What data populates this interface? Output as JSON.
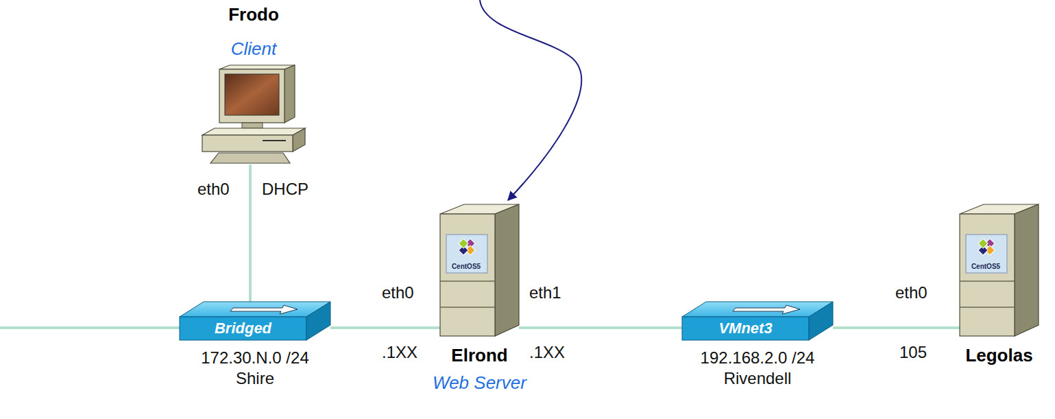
{
  "diagram": {
    "nodes": [
      {
        "text": [
          "Frodo",
          "Client"
        ]
      },
      {
        "text": [
          "Bridged"
        ]
      },
      {
        "text": [
          "Elrond",
          "Web Server"
        ]
      },
      {
        "text": [
          "VMnet3"
        ]
      },
      {
        "text": [
          "Legolas"
        ]
      }
    ],
    "edges": [
      {
        "from": 0,
        "to": 1,
        "arrow": "none"
      },
      {
        "from": 1,
        "to": 2,
        "arrow": "none"
      },
      {
        "from": 2,
        "to": 3,
        "arrow": "none"
      },
      {
        "from": 3,
        "to": 4,
        "arrow": "none"
      }
    ],
    "labels": [
      "eth0",
      "DHCP",
      "172.30.N.0 /24",
      "Shire",
      "eth0",
      ".1XX",
      "eth1",
      ".1XX",
      "192.168.2.0 /24",
      "Rivendell",
      "eth0",
      "105",
      "CentOS5",
      "CentOS5"
    ]
  }
}
